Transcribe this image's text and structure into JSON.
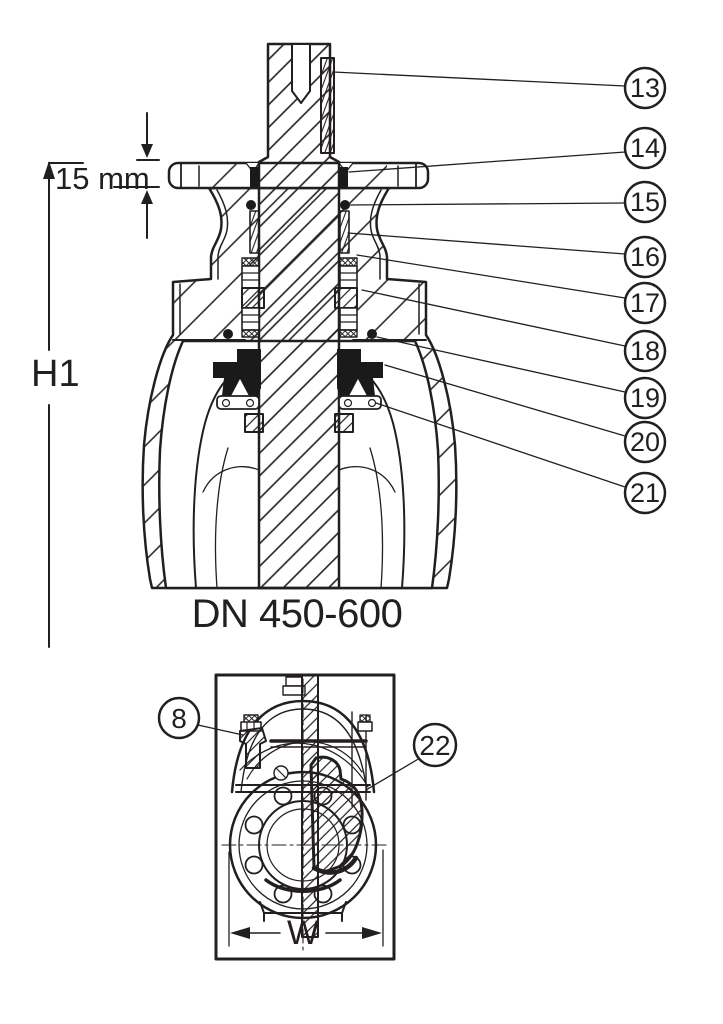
{
  "diagram": {
    "background_color": "#ffffff",
    "line_color": "#231f20",
    "main_view": {
      "caption": "DN 450-600",
      "dim_flange": "15 mm",
      "dim_height": "H1",
      "callouts": [
        {
          "number": "13"
        },
        {
          "number": "14"
        },
        {
          "number": "15"
        },
        {
          "number": "16"
        },
        {
          "number": "17"
        },
        {
          "number": "18"
        },
        {
          "number": "19"
        },
        {
          "number": "20"
        },
        {
          "number": "21"
        }
      ]
    },
    "front_view": {
      "dim_width": "W",
      "callouts": [
        {
          "number": "8"
        },
        {
          "number": "22"
        }
      ]
    }
  }
}
